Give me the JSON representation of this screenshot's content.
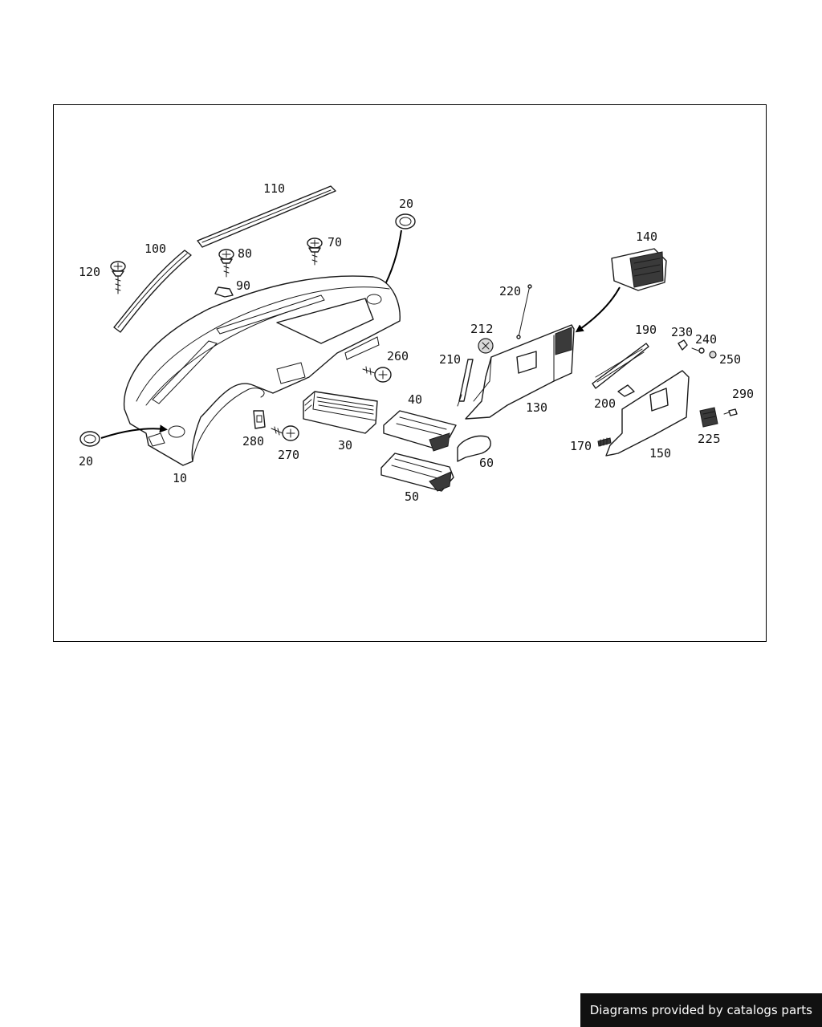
{
  "callouts": {
    "c10": "10",
    "c20a": "20",
    "c20b": "20",
    "c30": "30",
    "c40": "40",
    "c50": "50",
    "c60": "60",
    "c70": "70",
    "c80": "80",
    "c90": "90",
    "c100": "100",
    "c110": "110",
    "c120": "120",
    "c130": "130",
    "c140": "140",
    "c150": "150",
    "c170": "170",
    "c190": "190",
    "c200": "200",
    "c210": "210",
    "c212": "212",
    "c220": "220",
    "c225": "225",
    "c230": "230",
    "c240": "240",
    "c250": "250",
    "c260": "260",
    "c270": "270",
    "c280": "280",
    "c290": "290"
  },
  "footer": {
    "credit": "Diagrams provided by catalogs parts"
  }
}
